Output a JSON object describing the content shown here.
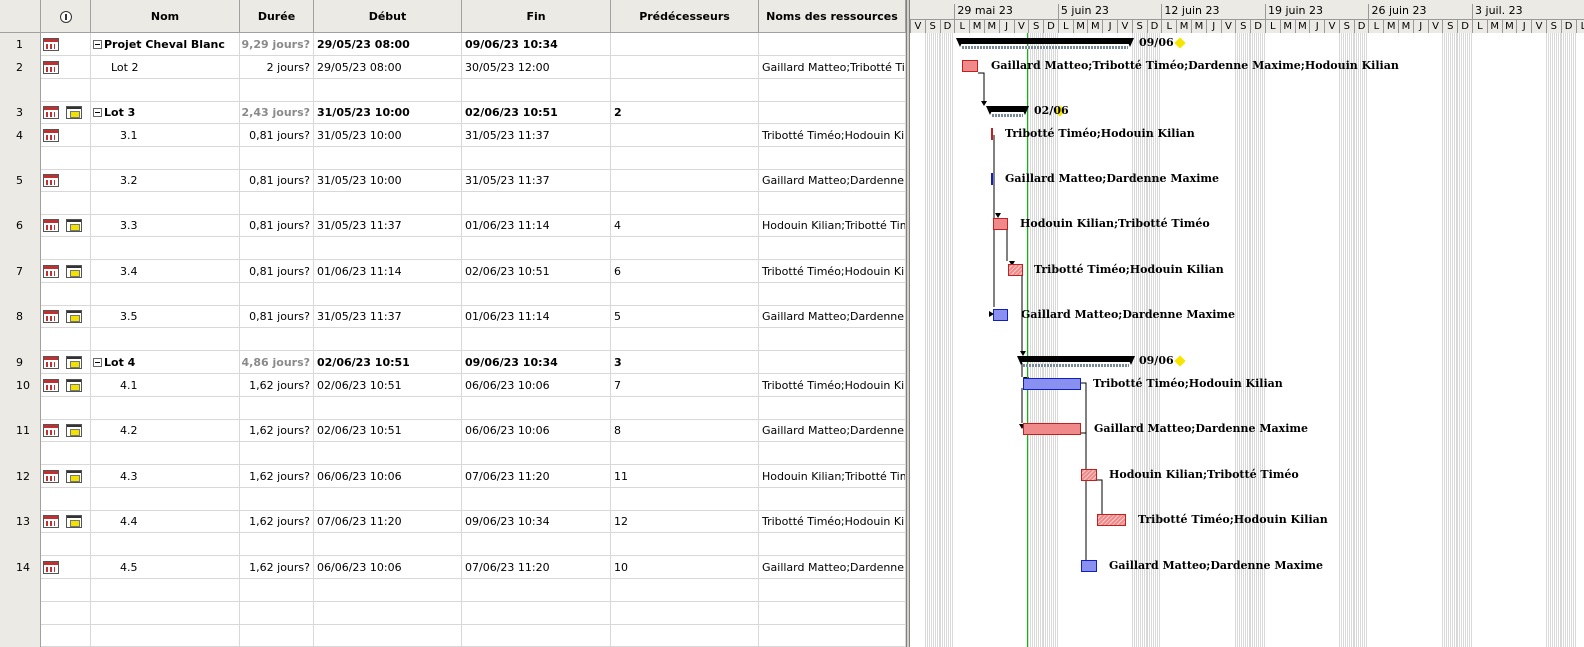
{
  "columns": {
    "indicators_icon": "info-icon",
    "name": "Nom",
    "duration": "Durée",
    "start": "Début",
    "finish": "Fin",
    "predecessors": "Prédécesseurs",
    "resources": "Noms des ressources"
  },
  "tasks": [
    {
      "id": "1",
      "name": "Projet Cheval Blanc",
      "duration": "9,29 jours?",
      "start": "29/05/23 08:00",
      "finish": "09/06/23 10:34",
      "pred": "",
      "res": "",
      "summary": true,
      "gantt_label": "09/06"
    },
    {
      "id": "2",
      "name": "Lot 2",
      "duration": "2 jours?",
      "start": "29/05/23 08:00",
      "finish": "30/05/23 12:00",
      "pred": "",
      "res": "Gaillard Matteo;Tribotté Tim...",
      "gantt_label": "Gaillard Matteo;Tribotté Timéo;Dardenne Maxime;Hodouin Kilian"
    },
    {
      "id": "3",
      "name": "Lot 3",
      "duration": "2,43 jours?",
      "start": "31/05/23 10:00",
      "finish": "02/06/23 10:51",
      "pred": "2",
      "res": "",
      "summary": true,
      "gantt_label": "02/06"
    },
    {
      "id": "4",
      "name": "3.1",
      "duration": "0,81 jours?",
      "start": "31/05/23 10:00",
      "finish": "31/05/23 11:37",
      "pred": "",
      "res": "Tribotté Timéo;Hodouin Kilian",
      "gantt_label": "Tribotté Timéo;Hodouin Kilian"
    },
    {
      "id": "5",
      "name": "3.2",
      "duration": "0,81 jours?",
      "start": "31/05/23 10:00",
      "finish": "31/05/23 11:37",
      "pred": "",
      "res": "Gaillard Matteo;Dardenne M...",
      "gantt_label": "Gaillard Matteo;Dardenne Maxime"
    },
    {
      "id": "6",
      "name": "3.3",
      "duration": "0,81 jours?",
      "start": "31/05/23 11:37",
      "finish": "01/06/23 11:14",
      "pred": "4",
      "res": "Hodouin Kilian;Tribotté Timéo",
      "gantt_label": "Hodouin Kilian;Tribotté Timéo"
    },
    {
      "id": "7",
      "name": "3.4",
      "duration": "0,81 jours?",
      "start": "01/06/23 11:14",
      "finish": "02/06/23 10:51",
      "pred": "6",
      "res": "Tribotté Timéo;Hodouin Kilian",
      "gantt_label": "Tribotté Timéo;Hodouin Kilian"
    },
    {
      "id": "8",
      "name": "3.5",
      "duration": "0,81 jours?",
      "start": "31/05/23 11:37",
      "finish": "01/06/23 11:14",
      "pred": "5",
      "res": "Gaillard Matteo;Dardenne M...",
      "gantt_label": "Gaillard Matteo;Dardenne Maxime"
    },
    {
      "id": "9",
      "name": "Lot 4",
      "duration": "4,86 jours?",
      "start": "02/06/23 10:51",
      "finish": "09/06/23 10:34",
      "pred": "3",
      "res": "",
      "summary": true,
      "gantt_label": "09/06"
    },
    {
      "id": "10",
      "name": "4.1",
      "duration": "1,62 jours?",
      "start": "02/06/23 10:51",
      "finish": "06/06/23 10:06",
      "pred": "7",
      "res": "Tribotté Timéo;Hodouin Kilian",
      "gantt_label": "Tribotté Timéo;Hodouin Kilian"
    },
    {
      "id": "11",
      "name": "4.2",
      "duration": "1,62 jours?",
      "start": "02/06/23 10:51",
      "finish": "06/06/23 10:06",
      "pred": "8",
      "res": "Gaillard Matteo;Dardenne M...",
      "gantt_label": "Gaillard Matteo;Dardenne Maxime"
    },
    {
      "id": "12",
      "name": "4.3",
      "duration": "1,62 jours?",
      "start": "06/06/23 10:06",
      "finish": "07/06/23 11:20",
      "pred": "11",
      "res": "Hodouin Kilian;Tribotté Timéo",
      "gantt_label": "Hodouin Kilian;Tribotté Timéo"
    },
    {
      "id": "13",
      "name": "4.4",
      "duration": "1,62 jours?",
      "start": "07/06/23 11:20",
      "finish": "09/06/23 10:34",
      "pred": "12",
      "res": "Tribotté Timéo;Hodouin Kilian",
      "gantt_label": "Tribotté Timéo;Hodouin Kilian"
    },
    {
      "id": "14",
      "name": "4.5",
      "duration": "1,62 jours?",
      "start": "06/06/23 10:06",
      "finish": "07/06/23 11:20",
      "pred": "10",
      "res": "Gaillard Matteo;Dardenne M...",
      "gantt_label": "Gaillard Matteo;Dardenne Maxime"
    }
  ],
  "timescale": {
    "weeks": [
      "29 mai 23",
      "5 juin 23",
      "12 juin 23",
      "19 juin 23",
      "26 juin 23",
      "3 juil. 23"
    ],
    "day_letters": [
      "V",
      "S",
      "D",
      "L",
      "M",
      "M",
      "J",
      "V",
      "S",
      "D",
      "L",
      "M",
      "M",
      "J",
      "V",
      "S",
      "D",
      "L",
      "M",
      "M",
      "J",
      "V",
      "S",
      "D",
      "L",
      "M",
      "M",
      "J",
      "V",
      "S",
      "D",
      "L",
      "M",
      "M",
      "J",
      "V",
      "S",
      "D",
      "L",
      "M",
      "M",
      "J",
      "V",
      "S",
      "D",
      "L",
      "M",
      "M",
      "J",
      "V"
    ]
  },
  "colors": {
    "critical": "#f08a8a",
    "normal": "#8a90f0",
    "milestone": "#f7e500",
    "status_line": "#00c000"
  }
}
